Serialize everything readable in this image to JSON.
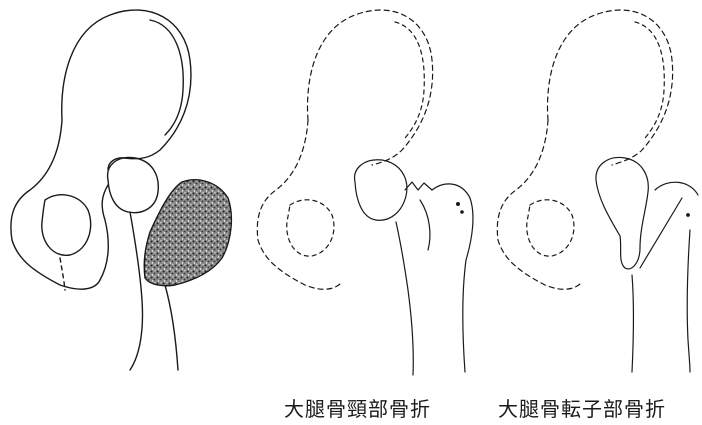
{
  "captions": {
    "femoral_neck_fracture": "大腿骨頸部骨折",
    "trochanteric_fracture": "大腿骨転子部骨折"
  },
  "colors": {
    "line": "#1a1a1a",
    "shaded_region": "#555555",
    "background": "#ffffff"
  },
  "panels": [
    {
      "id": "normal-hip",
      "style": "solid outline with shaded region"
    },
    {
      "id": "femoral-neck-fracture",
      "style": "dashed pelvis, fracture at femoral neck"
    },
    {
      "id": "trochanteric-fracture",
      "style": "dashed pelvis, fracture through trochanter"
    }
  ]
}
